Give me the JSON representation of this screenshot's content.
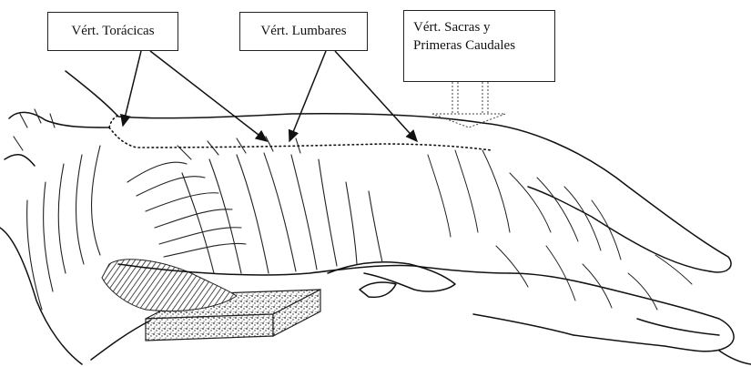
{
  "labels": {
    "toracicas": "Vért. Torácicas",
    "lumbares": "Vért. Lumbares",
    "sacras_line1": "Vért. Sacras y",
    "sacras_line2": "Primeras Caudales"
  },
  "colors": {
    "ink": "#111111",
    "paper": "#ffffff",
    "pad": "#8a8a8a"
  }
}
